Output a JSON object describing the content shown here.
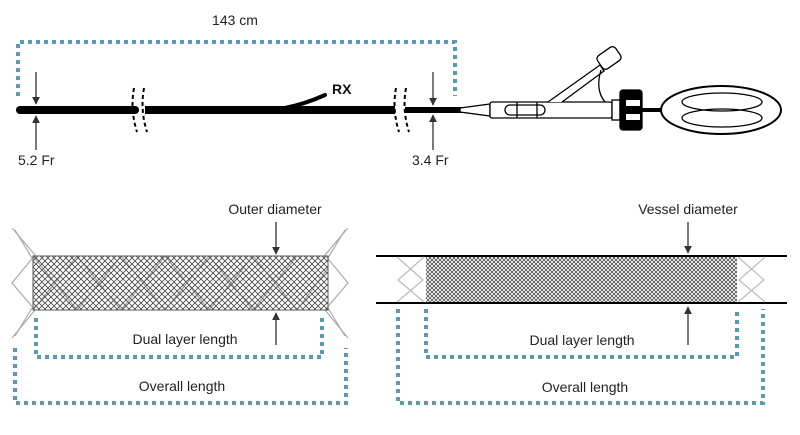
{
  "catheter": {
    "length_label": "143 cm",
    "rx_label": "RX",
    "proximal_diameter_label": "5.2 Fr",
    "distal_diameter_label": "3.4 Fr"
  },
  "stent_unconstrained": {
    "outer_diameter_label": "Outer diameter",
    "dual_layer_length_label": "Dual layer length",
    "overall_length_label": "Overall length"
  },
  "stent_in_vessel": {
    "vessel_diameter_label": "Vessel diameter",
    "dual_layer_length_label": "Dual layer length",
    "overall_length_label": "Overall length"
  },
  "colors": {
    "dimension_line": "#5b9ab5",
    "catheter": "#000000",
    "mesh": "#555555"
  }
}
